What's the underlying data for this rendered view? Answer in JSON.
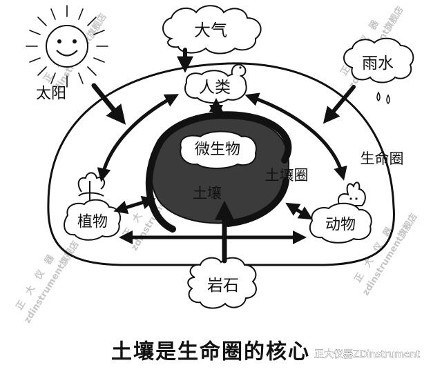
{
  "diagram": {
    "caption": "土壤是生命圈的核心",
    "footer_text": "正大仪器ZDinstrument",
    "labels": {
      "sun": "太阳",
      "atmosphere": "大气",
      "rain": "雨水",
      "humans": "人类",
      "microbes": "微生物",
      "soil_sphere": "土壤圈",
      "soil": "土壤",
      "biosphere": "生命圈",
      "plants": "植物",
      "animals": "动物",
      "rock": "岩石"
    },
    "watermark": {
      "brand_chars": [
        "正",
        "大",
        "仪",
        "器"
      ],
      "domain": "zdinstrument旗舰店"
    },
    "colors": {
      "ink": "#111111",
      "soil_fill": "#3b3b3b",
      "soil_ring": "#111111",
      "watermark": "#bfbfbf",
      "background": "#ffffff"
    }
  }
}
